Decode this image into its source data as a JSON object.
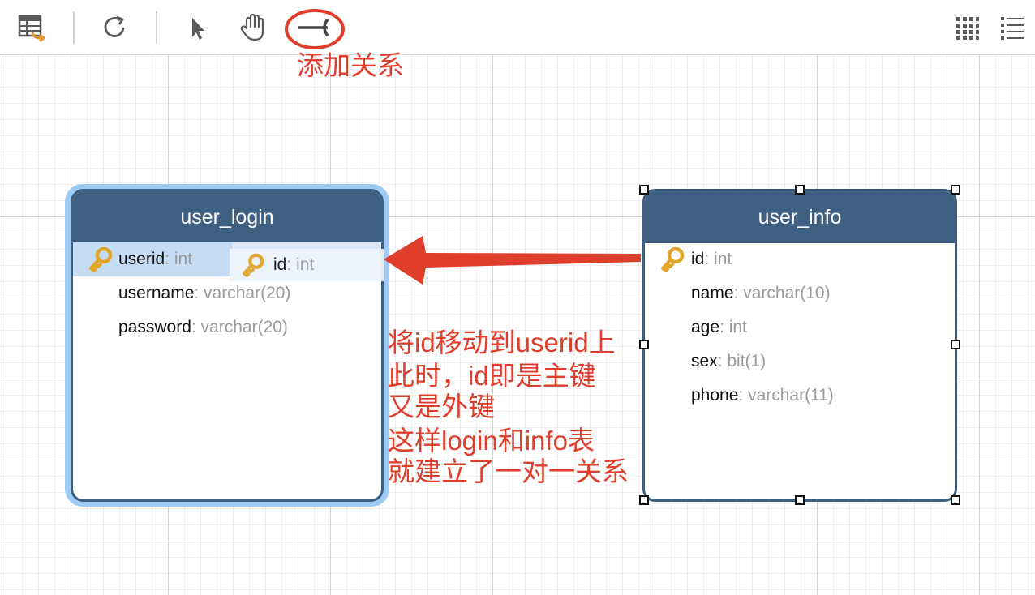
{
  "toolbar": {
    "tools": [
      "table-import-icon",
      "refresh-icon",
      "pointer-icon",
      "hand-icon",
      "add-relation-icon",
      "grid-view-icon",
      "list-view-icon"
    ]
  },
  "annotations": {
    "add_relation_label": "添加关系",
    "note_lines": [
      "将id移动到userid上",
      "此时，id即是主键",
      "又是外键",
      "这样login和info表",
      "就建立了一对一关系"
    ]
  },
  "tables": {
    "user_login": {
      "title": "user_login",
      "fields": [
        {
          "name": "userid",
          "type": ": int"
        },
        {
          "name": "username",
          "type": ": varchar(20)"
        },
        {
          "name": "password",
          "type": ": varchar(20)"
        }
      ]
    },
    "user_info": {
      "title": "user_info",
      "fields": [
        {
          "name": "id",
          "type": ": int"
        },
        {
          "name": "name",
          "type": ": varchar(10)"
        },
        {
          "name": "age",
          "type": ": int"
        },
        {
          "name": "sex",
          "type": ": bit(1)"
        },
        {
          "name": "phone",
          "type": ": varchar(11)"
        }
      ]
    }
  },
  "drag_preview": {
    "name": "id",
    "type": ": int"
  },
  "colors": {
    "header": "#3e5f7f",
    "selection": "#9ecbf5",
    "annotation": "#e03e2d",
    "key": "#e2a52a"
  }
}
